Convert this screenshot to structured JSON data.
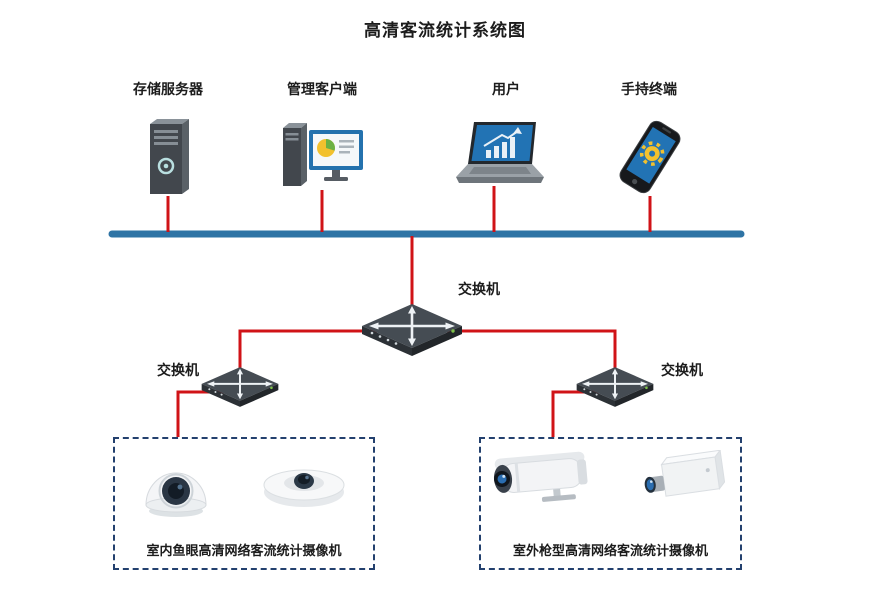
{
  "title": "高清客流统计系统图",
  "devices": [
    {
      "icon": "storage-server-tower",
      "label": "存储服务器"
    },
    {
      "icon": "management-client-desktop",
      "label": "管理客户端"
    },
    {
      "icon": "user-laptop",
      "label": "用户"
    },
    {
      "icon": "handheld-terminal-smartphone",
      "label": "手持终端"
    }
  ],
  "switches": {
    "core": {
      "icon": "network-switch",
      "label": "交换机"
    },
    "left": {
      "icon": "network-switch",
      "label": "交换机"
    },
    "right": {
      "icon": "network-switch",
      "label": "交换机"
    }
  },
  "camera_groups": [
    {
      "label": "室内鱼眼高清网络客流统计摄像机",
      "cameras": [
        {
          "icon": "dome-fisheye-camera"
        },
        {
          "icon": "panoramic-fisheye-camera"
        }
      ]
    },
    {
      "label": "室外枪型高清网络客流统计摄像机",
      "cameras": [
        {
          "icon": "bullet-camera"
        },
        {
          "icon": "box-camera"
        }
      ]
    }
  ],
  "colors": {
    "bus_line": "#2e74a5",
    "link_line": "#d01317",
    "group_border": "#23406e",
    "text": "#1c1c1c",
    "background": "#ffffff"
  }
}
